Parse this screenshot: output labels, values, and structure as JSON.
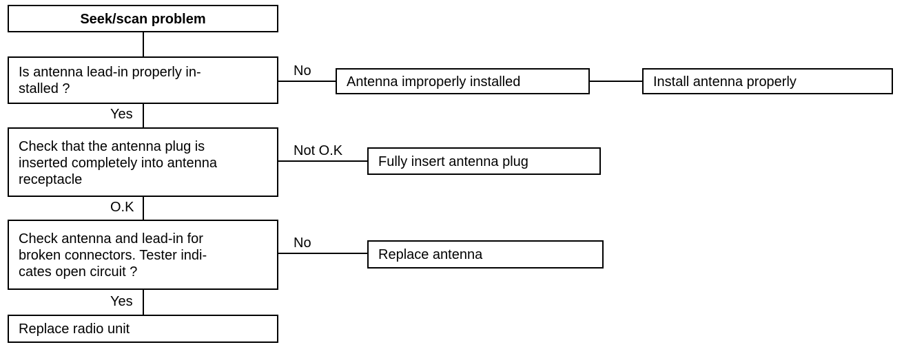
{
  "nodes": {
    "start": "Seek/scan problem",
    "q1": "Is antenna lead-in properly in-\nstalled ?",
    "r1": "Antenna improperly installed",
    "r1b": "Install antenna properly",
    "q2": "Check that the antenna plug is\ninserted completely into antenna\nreceptacle",
    "r2": "Fully insert antenna plug",
    "q3": "Check antenna and lead-in for\nbroken connectors. Tester indi-\ncates open circuit ?",
    "r3": "Replace antenna",
    "end": "Replace radio unit"
  },
  "edges": {
    "q1_no": "No",
    "q1_yes": "Yes",
    "q2_notok": "Not O.K",
    "q2_ok": "O.K",
    "q3_no": "No",
    "q3_yes": "Yes"
  }
}
